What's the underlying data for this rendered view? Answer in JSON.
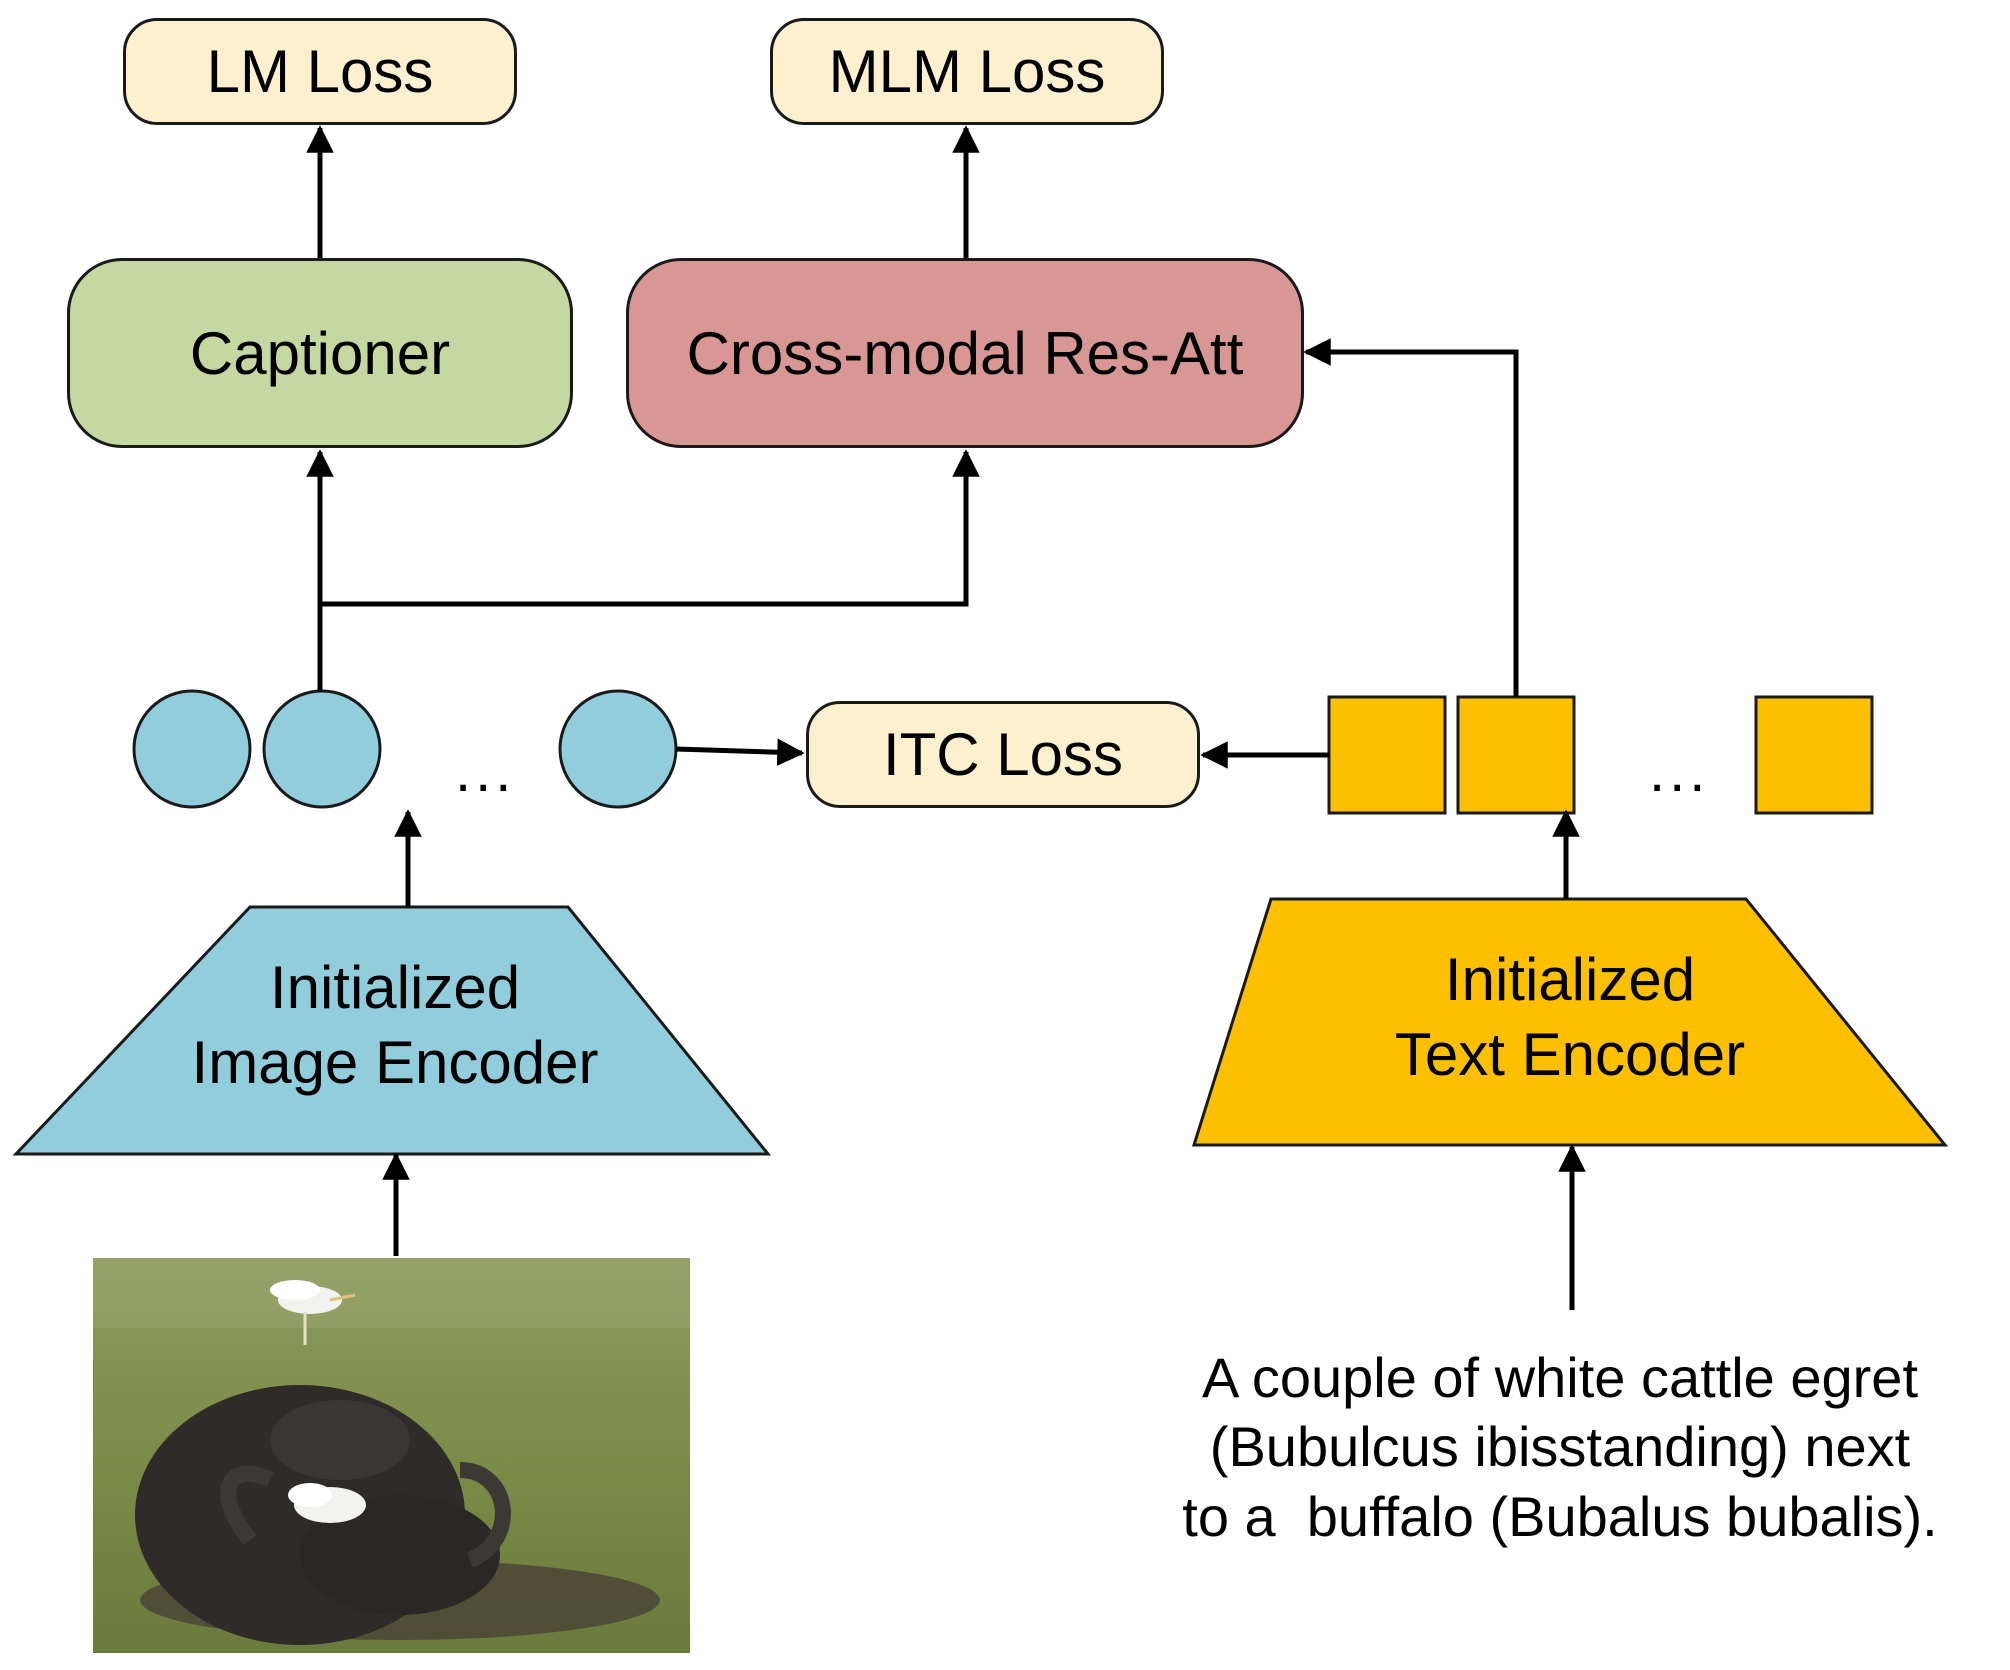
{
  "losses": {
    "lm": "LM Loss",
    "mlm": "MLM Loss",
    "itc": "ITC Loss"
  },
  "modules": {
    "captioner": "Captioner",
    "cross_modal": "Cross-modal Res-Att"
  },
  "encoders": {
    "image": {
      "line1": "Initialized",
      "line2": "Image Encoder"
    },
    "text": {
      "line1": "Initialized",
      "line2": "Text Encoder"
    }
  },
  "tokens": {
    "ellipsis_image": "...",
    "ellipsis_text": "..."
  },
  "input_caption": {
    "line1": "A couple of white cattle egret",
    "line2": "(Bubulcus ibisstanding) next",
    "line3": "to a  buffalo (Bubalus bubalis)."
  },
  "colors": {
    "loss_fill": "#fdf0cf",
    "captioner_fill": "#c5d8a2",
    "cross_modal_fill": "#d89795",
    "image_encoder_fill": "#92cddb",
    "text_encoder_fill": "#fdc000",
    "image_token_fill": "#92cddb",
    "text_token_fill": "#fdc000"
  },
  "input_image": {
    "icon": "buffalo-with-egrets-photo"
  }
}
